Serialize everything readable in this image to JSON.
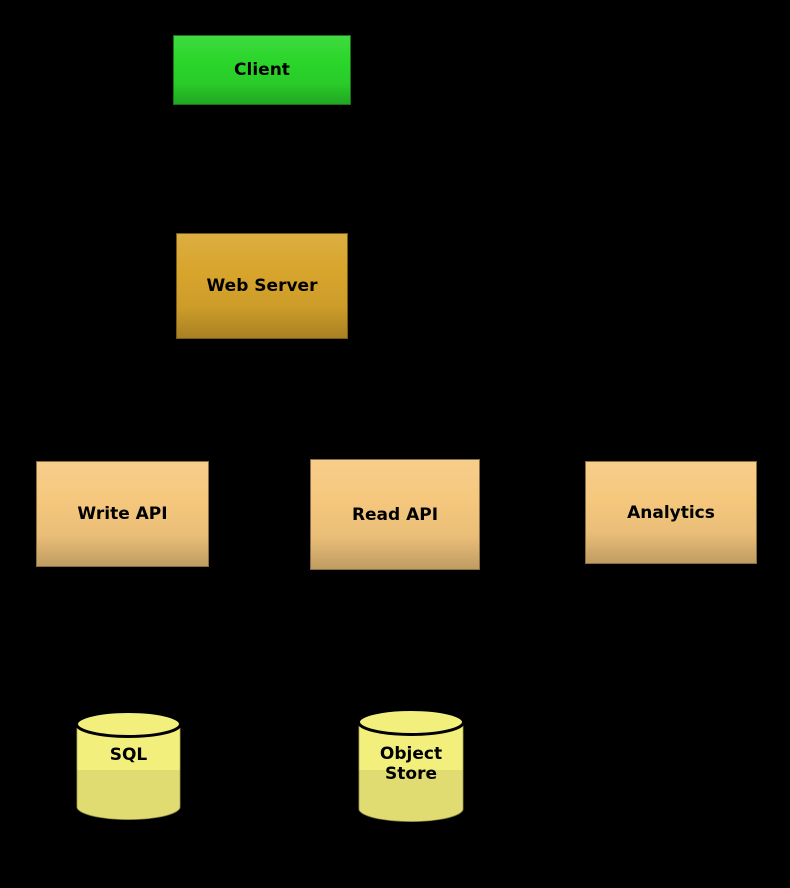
{
  "canvas": {
    "background": "#000000"
  },
  "nodes": {
    "client": {
      "label": "Client",
      "shape": "box",
      "color": "#2BD62B"
    },
    "web_server": {
      "label": "Web Server",
      "shape": "box",
      "color": "#D8A52C"
    },
    "write_api": {
      "label": "Write API",
      "shape": "box",
      "color": "#F6C87E"
    },
    "read_api": {
      "label": "Read API",
      "shape": "box",
      "color": "#F6C87E"
    },
    "analytics": {
      "label": "Analytics",
      "shape": "box",
      "color": "#F6C87E"
    },
    "sql": {
      "label": "SQL",
      "shape": "cylinder",
      "color": "#F3EF7C"
    },
    "object_store": {
      "label": "Object Store",
      "shape": "cylinder",
      "color": "#F3EF7C"
    }
  }
}
